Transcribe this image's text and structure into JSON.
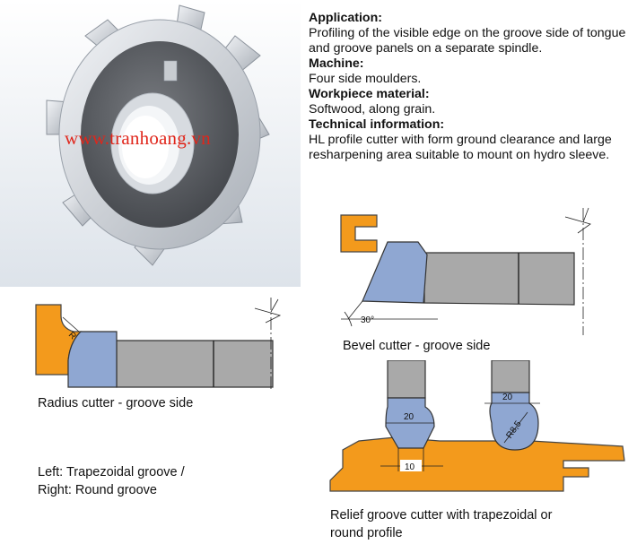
{
  "watermark": "www.tranhoang.vn",
  "info": {
    "application_heading": "Application:",
    "application_text": "Profiling of the visible edge on the groove side of tongue and groove panels on a separate spindle.",
    "machine_heading": "Machine:",
    "machine_text": "Four side moulders.",
    "workpiece_heading": "Workpiece material:",
    "workpiece_text": "Softwood, along grain.",
    "technical_heading": "Technical information:",
    "technical_text": "HL profile cutter with form ground clearance and large resharpening area suitable to mount on hydro sleeve."
  },
  "diagrams": {
    "bevel": {
      "caption": "Bevel cutter - groove side",
      "angle_label": "30°"
    },
    "radius": {
      "caption": "Radius cutter - groove side",
      "radius_label": "R"
    },
    "relief": {
      "caption_line1": "Relief groove cutter with trapezoidal or",
      "caption_line2": "round profile",
      "trap_width_label": "20",
      "trap_bottom_label": "10",
      "round_width_label": "20",
      "round_radius_label": "R8,5"
    },
    "note_line1": "Left: Trapezoidal groove /",
    "note_line2": "Right: Round groove"
  },
  "colors": {
    "workpiece_orange": "#f39a1c",
    "cutter_blue": "#8fa7d2",
    "body_gray": "#a9a9a9",
    "watermark_red": "#e0261b"
  }
}
